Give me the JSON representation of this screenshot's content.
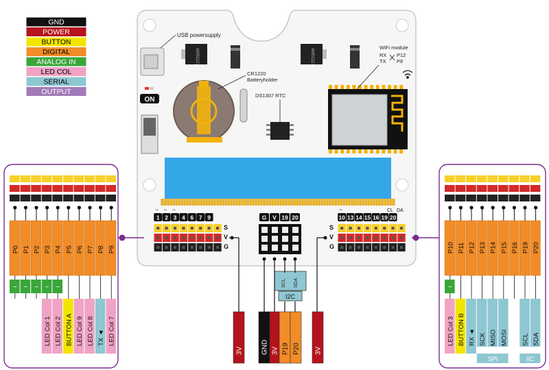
{
  "legend": [
    {
      "label": "GND",
      "bg": "#111111",
      "fg": "#ffffff"
    },
    {
      "label": "POWER",
      "bg": "#b5131d",
      "fg": "#ffffff"
    },
    {
      "label": "BUTTON",
      "bg": "#f2e500",
      "fg": "#000000"
    },
    {
      "label": "DIGITAL",
      "bg": "#f28c28",
      "fg": "#000000"
    },
    {
      "label": "ANALOG IN",
      "bg": "#3aa63a",
      "fg": "#ffffff"
    },
    {
      "label": "LED COL",
      "bg": "#f0a3c4",
      "fg": "#000000"
    },
    {
      "label": "SERIAL",
      "bg": "#8ec7d2",
      "fg": "#000000"
    },
    {
      "label": "OUTPUT",
      "bg": "#a27ab8",
      "fg": "#ffffff"
    }
  ],
  "colors": {
    "gnd": "#111111",
    "power": "#b5131d",
    "digital": "#f28c28",
    "analog": "#3aa63a",
    "led": "#f0a3c4",
    "serial": "#8ec7d2",
    "button": "#f2e500",
    "purple": "#7b2d8e",
    "yellow": "#f7d02a"
  },
  "board": {
    "usb_label": "USB powersupply",
    "battery_label_1": "CR1220",
    "battery_label_2": "Batteryholder",
    "rtc_label": "DS1307 RTC",
    "wifi_label": "WiFi module",
    "wifi_rx": "RX",
    "wifi_tx": "TX",
    "wifi_p12": "P12",
    "wifi_p8": "P8",
    "on_label": "ON",
    "reg_label": "AMS1117",
    "row_s": "S",
    "row_v": "V",
    "row_g": "G",
    "left_pins": [
      "1",
      "2",
      "3",
      "4",
      "6",
      "7",
      "9"
    ],
    "right_pins": [
      "10",
      "13",
      "14",
      "15",
      "16",
      "19",
      "20"
    ],
    "mid_pins": [
      "G",
      "V",
      "19",
      "20"
    ],
    "cl": "CL",
    "da": "DA",
    "tilde": "~"
  },
  "i2c": {
    "scl": "SCL",
    "sda": "SDA",
    "label": "I2C"
  },
  "wires": {
    "v3": "3V",
    "gnd": "GND",
    "p19": "P19",
    "p20": "P20"
  },
  "left_panel": {
    "pins": [
      "P0",
      "P1",
      "P2",
      "P3",
      "P4",
      "P5",
      "P6",
      "P7",
      "P8",
      "P9"
    ],
    "analog": [
      "~",
      "~",
      "~",
      "~",
      "~"
    ],
    "functions": [
      "LED Col 1",
      "LED Col 2",
      "BUTTON A",
      "LED Col 9",
      "LED Col 8",
      "TX ◄",
      "LED Col 7"
    ]
  },
  "right_panel": {
    "pins": [
      "P10",
      "P11",
      "P12",
      "P13",
      "P14",
      "P15",
      "P16",
      "P19",
      "P20"
    ],
    "analog": [
      "~"
    ],
    "functions": [
      "LED Col 3",
      "BUTTON B",
      "RX ◄",
      "SCK",
      "MISO",
      "MOSI",
      "SCL",
      "SDA"
    ],
    "spi": "SPI",
    "iic": "IIC"
  }
}
